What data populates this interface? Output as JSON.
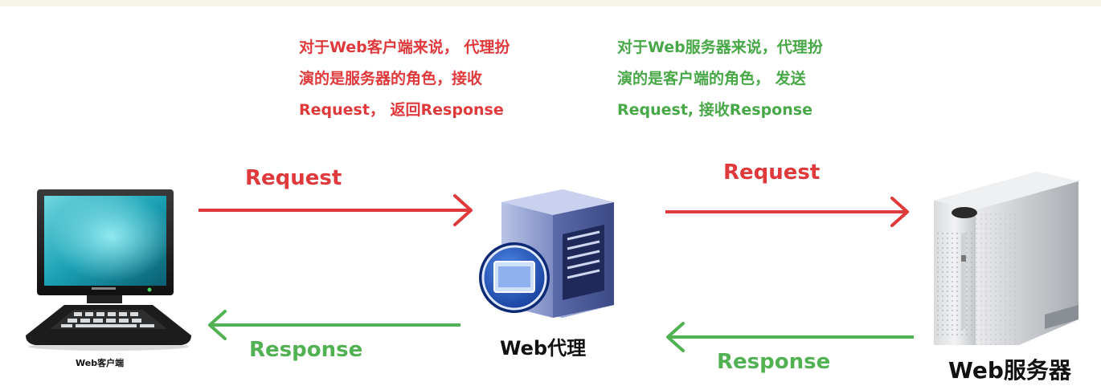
{
  "notes": {
    "client_side": [
      "对于Web客户端来说， 代理扮",
      "演的是服务器的角色，接收",
      "Request， 返回Response"
    ],
    "server_side": [
      "对于Web服务器来说，代理扮",
      "演的是客户端的角色， 发送",
      "Request, 接收Response"
    ]
  },
  "arrows": {
    "client_to_proxy_request": "Request",
    "proxy_to_client_response": "Response",
    "proxy_to_server_request": "Request",
    "server_to_proxy_response": "Response"
  },
  "nodes": {
    "client": "Web客户端",
    "proxy": "Web代理",
    "server": "Web服务器"
  },
  "colors": {
    "request": "#e0393c",
    "response": "#52b152"
  }
}
